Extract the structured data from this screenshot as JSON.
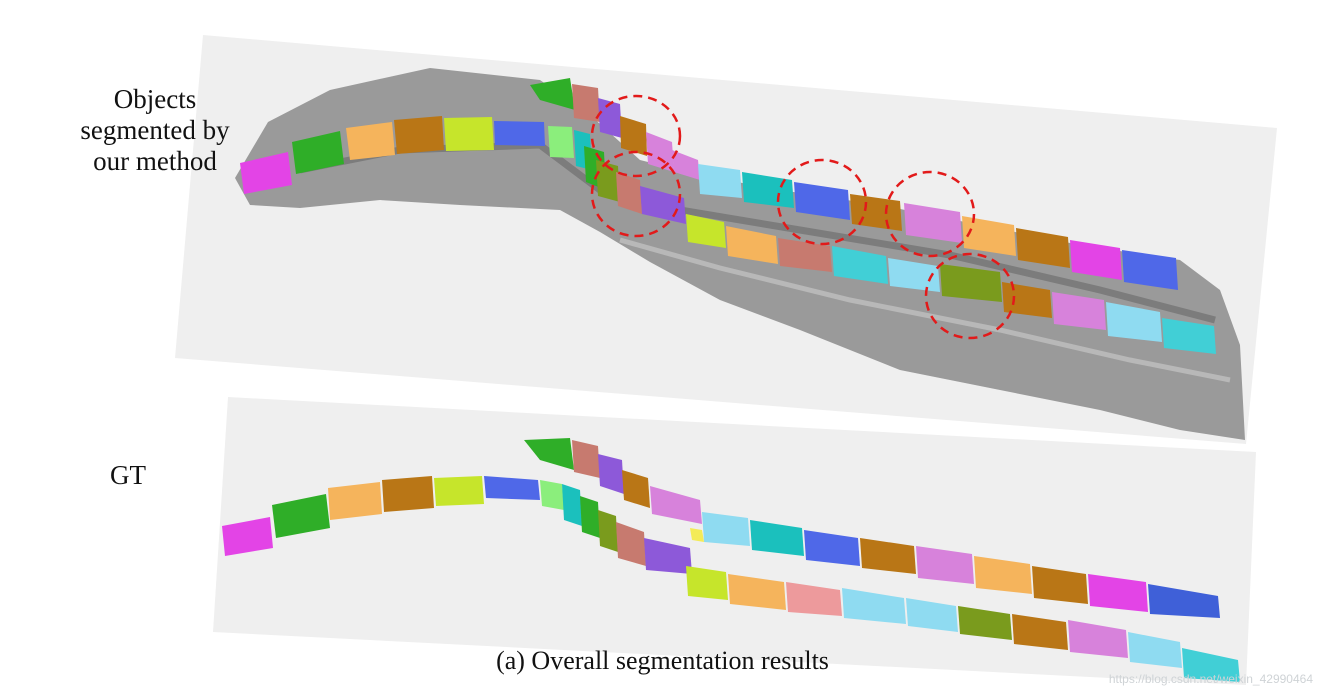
{
  "labels": {
    "top_line1": "Objects",
    "top_line2": "segmented by",
    "top_line3": "our method",
    "gt": "GT"
  },
  "caption": "(a)  Overall segmentation results",
  "watermark": "https://blog.csdn.net/weixin_42990464",
  "colors": {
    "panel": "#efefef",
    "mesh": "#9a9a9a",
    "mesh_dark": "#7c7c7c",
    "highlight": "#e21a1a"
  },
  "palette": [
    "#e344e6",
    "#2fae28",
    "#f5b45c",
    "#b97616",
    "#c6e52b",
    "#4f68e8",
    "#8bee7c",
    "#1bc0bd",
    "#c77a6f",
    "#8d59d9",
    "#d782db",
    "#8fdbf1",
    "#7a9b1d",
    "#ed9a9c",
    "#41cfd6",
    "#f3eb58",
    "#3f60d8"
  ]
}
